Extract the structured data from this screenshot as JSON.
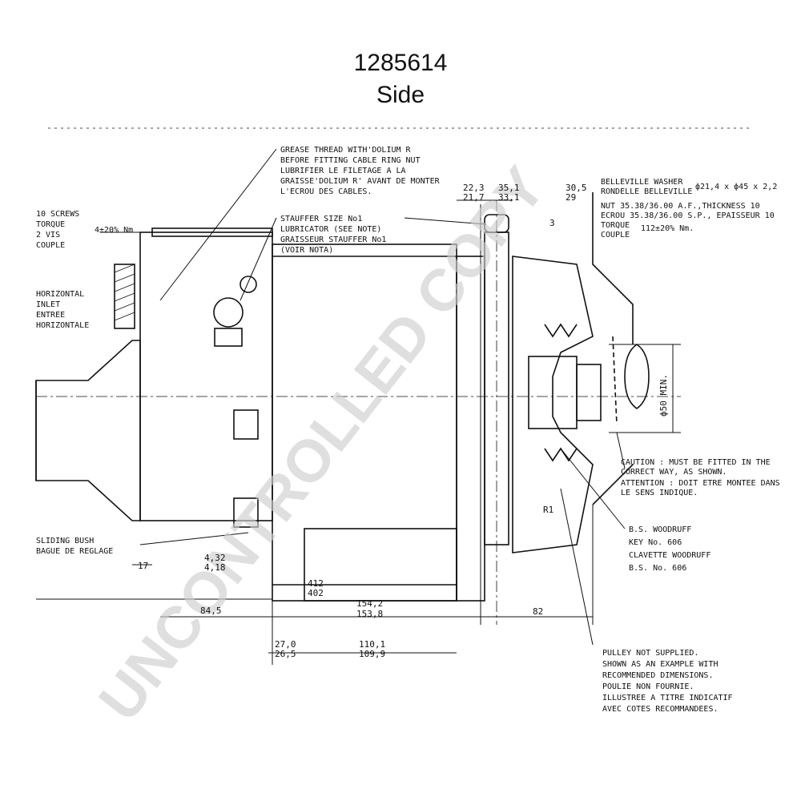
{
  "header": {
    "part_number": "1285614",
    "view": "Side"
  },
  "watermark": "UNCONTROLLED COPY",
  "notes": {
    "grease": [
      "GREASE THREAD WITH'DOLIUM R",
      "BEFORE FITTING CABLE RING NUT",
      "LUBRIFIER LE FILETAGE A LA",
      "GRAISSE'DOLIUM R' AVANT DE MONTER",
      "L'ECROU DES CABLES."
    ],
    "screws": [
      "10 SCREWS",
      "TORQUE",
      "2 VIS",
      "COUPLE"
    ],
    "screws_torque": "4±20% Nm",
    "stauffer": [
      "STAUFFER SIZE No1",
      "LUBRICATOR (SEE NOTE)",
      "GRAISSEUR STAUFFER No1",
      "(VOIR NOTA)"
    ],
    "inlet": [
      "HORIZONTAL",
      "INLET",
      "ENTREE",
      "HORIZONTALE"
    ],
    "washer": [
      "BELLEVILLE WASHER",
      "RONDELLE BELLEVILLE"
    ],
    "washer_dim": "ф21,4 x ф45 x 2,2",
    "nut": [
      "NUT 35.38/36.00 A.F.,THICKNESS 10",
      "ECROU 35.38/36.00 S.P., EPAISSEUR 10",
      "TORQUE",
      "COUPLE"
    ],
    "nut_torque": "112±20% Nm.",
    "caution": [
      "CAUTION : MUST BE FITTED IN THE",
      "CORRECT WAY, AS SHOWN.",
      "ATTENTION : DOIT ETRE MONTEE DANS",
      "LE SENS INDIQUE."
    ],
    "woodruff": [
      "B.S. WOODRUFF",
      "KEY No. 606",
      "CLAVETTE WOODRUFF",
      "B.S. No. 606"
    ],
    "bush": [
      "SLIDING BUSH",
      "BAGUE DE REGLAGE"
    ],
    "pulley": [
      "PULLEY NOT SUPPLIED.",
      "SHOWN AS AN EXAMPLE WITH",
      "RECOMMENDED DIMENSIONS.",
      "POULIE NON FOURNIE.",
      "ILLUSTREE A TITRE INDICATIF",
      "AVEC COTES RECOMMANDEES."
    ]
  },
  "dims": {
    "top_a": [
      "22,3",
      "21,7"
    ],
    "top_b": [
      "35,1",
      "33,1"
    ],
    "top_c": [
      "30,5",
      "29"
    ],
    "gap": "3",
    "bush_gap": "17",
    "small_a": "4,32",
    "small_b": "4,18",
    "h412": [
      "412",
      "402"
    ],
    "len_a": "84,5",
    "len_b": [
      "154,2",
      "153,8"
    ],
    "len_c": "82",
    "bot_a": [
      "27,0",
      "26,5"
    ],
    "bot_b": [
      "110,1",
      "109,9"
    ],
    "dia": "ф50 MIN.",
    "radius": "R1"
  }
}
